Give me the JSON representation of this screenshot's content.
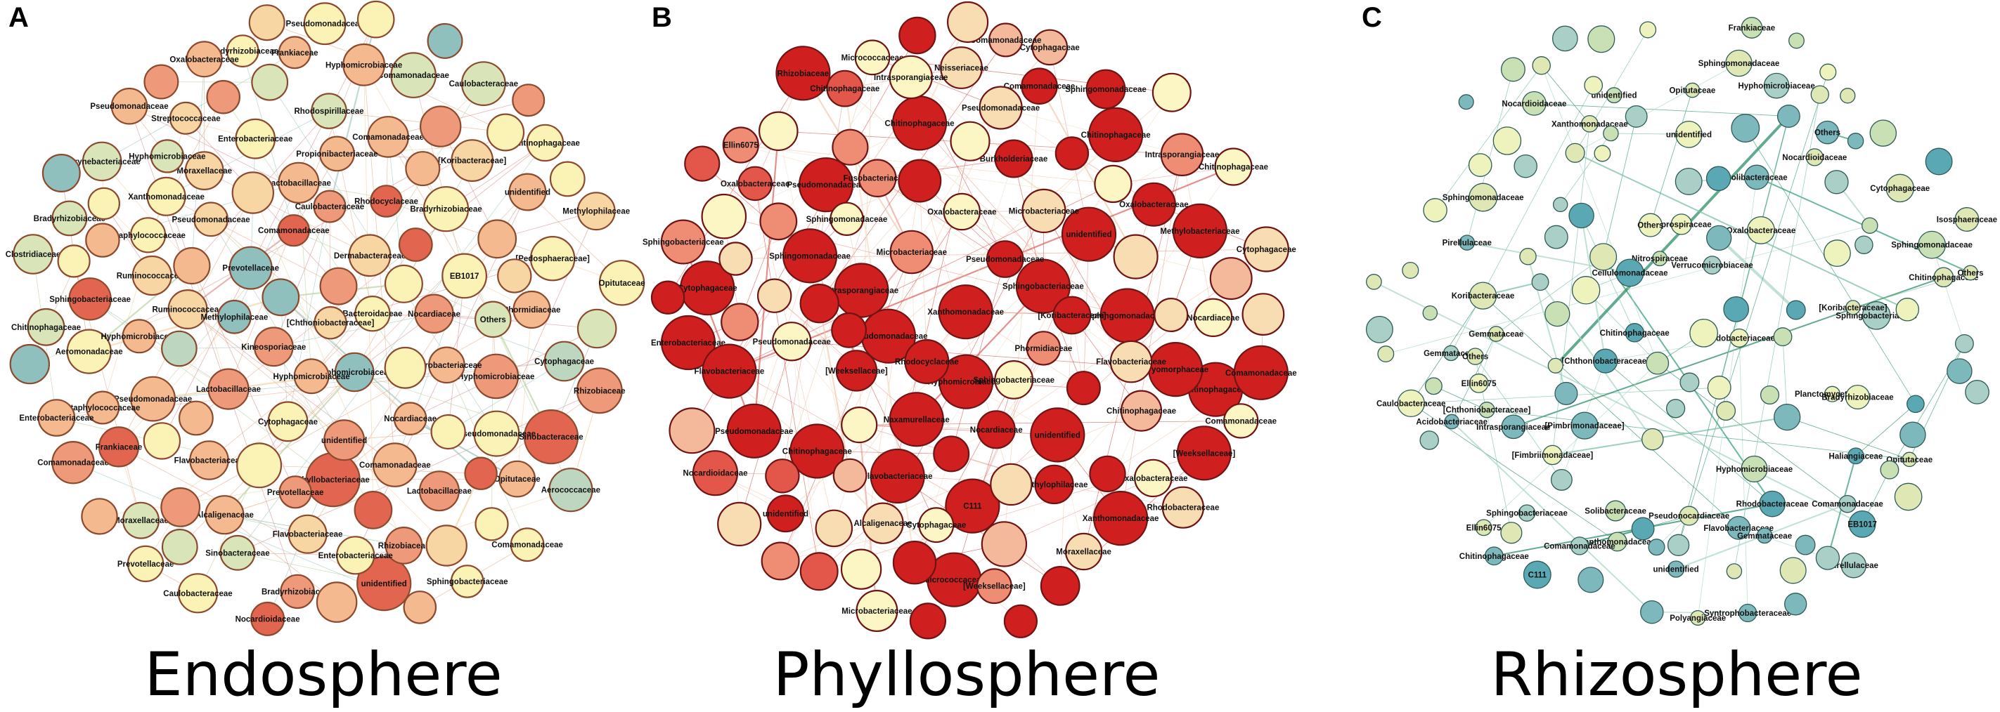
{
  "palette": {
    "A": {
      "edge": [
        "#e8a98a",
        "#f2cf9a",
        "#d88d8d",
        "#b5cf9d",
        "#9cc7c1"
      ]
    },
    "B": {
      "edge": [
        "#d9534f",
        "#e99b90",
        "#f1c6a8",
        "#f2dcc0"
      ]
    },
    "C": {
      "edge": [
        "#3aa07a",
        "#79c1a3",
        "#a9d8c6",
        "#2f8f68"
      ]
    }
  },
  "panels": [
    {
      "letter": "A",
      "caption": "Endosphere",
      "nodes": [
        "Phyllobacteriaceae",
        "Sinobacteraceae",
        "unidentified",
        "Flavobacteriaceae",
        "Moraxellaceae",
        "Frankiaceae",
        "Cytophagaceae",
        "Hyphomicrobiaceae",
        "Comamonadaceae",
        "Comamonadaceae",
        "Pseudomonadaceae",
        "Lactobacillaceae",
        "Staphylococcaceae",
        "Caulobacteraceae",
        "Enterobacteriaceae",
        "Nocardioidaceae",
        "Hyphomicrobiaceae",
        "Ruminococcaceae",
        "Rhizobiaceae",
        "Bacteroidaceae",
        "Moraxellaceae",
        "Caulobacteraceae",
        "Bradyrhizobiaceae",
        "[Pedosphaeraceae]",
        "Enterobacteriaceae",
        "Opitutaceae",
        "Aeromonadaceae",
        "Hyphomicrobiaceae",
        "Hyphomicrobiaceae",
        "[Chthoniobacteraceae]",
        "Pseudomonadaceae",
        "Comamonadaceae",
        "Lactobacillaceae",
        "Hyphomicrobiaceae",
        "Alcaligenaceae",
        "Frankiaceae",
        "Flavobacteriaceae",
        "Aerococcaceae",
        "Nocardiaceae",
        "Prevotellaceae",
        "Lactobacillaceae",
        "Rhodocyclaceae",
        "Cytophagaceae",
        "Sphingobacteriaceae",
        "unidentified",
        "Chitinophagaceae",
        "Methylophilaceae",
        "Bradyrhizobiaceae",
        "Pseudomonadaceae",
        "EB1017",
        "Rhodospirillaceae",
        "Comamonadaceae",
        "Rhizobiaceae",
        "Pseudomonadaceae",
        "Caulobacteraceae",
        "Propionibacteriaceae",
        "Microbacteriaceae",
        "Comamonadaceae",
        "Staphylococcaceae",
        "Phormidiaceae",
        "Sinobacteraceae",
        "Oxalobacteraceae",
        "Corynebacteriaceae",
        "Clostridiaceae",
        "Kineosporiaceae",
        "Methylophilaceae",
        "Prevotellaceae",
        "Xanthomonadaceae",
        "Streptococcaceae",
        "Opitutaceae",
        "Enterobacteriaceae",
        "Ruminococcaceae",
        "Bradyrhizobiaceae",
        "Comamonadaceae",
        "Prevotellaceae",
        "Dermabacteraceae",
        "Nocardiaceae",
        "Others",
        "Chitinophagaceae",
        "[Koribacteraceae]",
        "Hyphomicrobiaceae",
        "Bradyrhizobiaceae",
        "unidentified",
        "Pseudomonadaceae",
        "Sphingobacteriaceae"
      ]
    },
    {
      "letter": "B",
      "caption": "Phyllosphere",
      "nodes": [
        "C111",
        "Cytophagaceae",
        "Micrococcaceae",
        "unidentified",
        "[Weeksellaceae]",
        "Hyphomicrobiaceae",
        "Enterobacteriaceae",
        "Chitinophagaceae",
        "Chitinophagaceae",
        "Naxamurellaceae",
        "Sphingobacteriaceae",
        "Flavobacteriaceae",
        "unidentified",
        "Xanthomonadaceae",
        "Pseudomonadaceae",
        "Chitinophagaceae",
        "Comamonadaceae",
        "Sphingomonadaceae",
        "Pseudomonadaceae",
        "Methylobacteriaceae",
        "Flavobacteriaceae",
        "Sphingomonadaceae",
        "Intrasporangiaceae",
        "Cryomorphaceae",
        "Pseudomonadaceae",
        "Xanthomonadaceae",
        "Rhizobiaceae",
        "Chitinophagaceae",
        "Intrasporangiaceae",
        "Pseudomonadaceae",
        "Flavobacteriaceae",
        "Comamonadaceae",
        "unidentified",
        "[Koribacteraceae]",
        "Ellin6075",
        "Pseudomonadaceae",
        "Sphingobacteriaceae",
        "Cytophagaceae",
        "Cytophagaceae",
        "Microbacteriaceae",
        "Nocardiaceae",
        "Pseudomonadaceae",
        "Phormidiaceae",
        "Fusobacteriaceae",
        "Moraxellaceae",
        "Rhodocyclaceae",
        "Chitinophagaceae",
        "Nocardioidaceae",
        "Micrococcaceae",
        "[Weeksellaceae]",
        "Sphingomonadaceae",
        "Neisseriaceae",
        "Rhodobacteraceae",
        "Oxalobacteraceae",
        "Methylophilaceae",
        "Oxalobacteraceae",
        "Sphingomonadaceae",
        "Alcaligenaceae",
        "Microbacteriaceae",
        "Chitinophagaceae",
        "Cytophagaceae",
        "Burkholderiaceae",
        "Comamonadaceae",
        "Nocardiaceae",
        "Sphingobacteriaceae",
        "Oxalobacteraceae",
        "[Weeksellaceae]",
        "Chitinophagaceae",
        "Oxalobacteraceae",
        "Microbacteriaceae",
        "Comamonadaceae",
        "Intrasporangiaceae"
      ]
    },
    {
      "letter": "C",
      "caption": "Rhizosphere",
      "nodes": [
        "unidentified",
        "Acidobacteriaceae",
        "Xanthomonadaceae",
        "unidentified",
        "Saprospiraceae",
        "unidentified",
        "[Chthoniobacteraceae]",
        "[Pimbrimonadaceae]",
        "Sphingobacteriaceae",
        "Sphingobacteriaceae",
        "Opitutaceae",
        "Hyphomicrobiaceae",
        "[Koribacteraceae]",
        "Solibacteraceae",
        "EB1017",
        "Comamonadaceae",
        "Chitinophagaceae",
        "Ellin6075",
        "[Fimbriimonadaceae]",
        "Haliangiaceae",
        "Flavobacteriaceae",
        "Hyphomicrobiaceae",
        "Sphingomonadaceae",
        "Chitinophagaceae",
        "Oxalobacteraceae",
        "Gemmataceae",
        "[Chthoniobacteraceae]",
        "Ellin6075",
        "Others",
        "Pirellulaceae",
        "Planctomycetaceae",
        "C111",
        "Koribacteraceae",
        "Sphingomonadaceae",
        "Polyangiaceae",
        "Nocardioidaceae",
        "Isosphaeraceae",
        "Xanthomonadaceae",
        "Gemmataceae",
        "Frankiaceae",
        "Acidobacteriaceae",
        "Bradyrhizobiaceae",
        "Nitrospiraceae",
        "Cellulomonadaceae",
        "Chitinophagaceae",
        "Verrucomicrobiaceae",
        "Caulobacteraceae",
        "Others",
        "Opitutaceae",
        "Rhodobacteraceae",
        "Pirellulaceae",
        "Comamonadaceae",
        "Syntrophobacteraceae",
        "Intrasporangiaceae",
        "Nocardioidaceae",
        "Gemmataceae",
        "Solibacteraceae",
        "Sphingomonadaceae",
        "Others",
        "Pseudonocardiaceae",
        "Cytophagaceae",
        "Others"
      ]
    }
  ]
}
